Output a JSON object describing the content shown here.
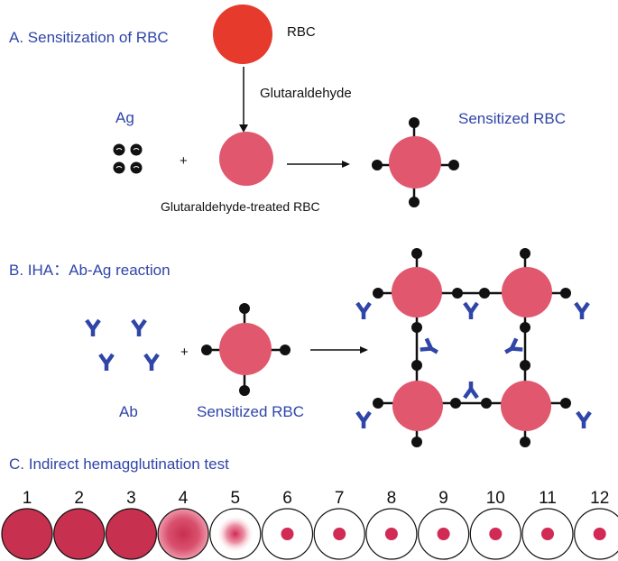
{
  "section_a": {
    "title": "A. Sensitization of RBC",
    "rbc_label": "RBC",
    "reagent_label": "Glutaraldehyde",
    "ag_label": "Ag",
    "plus": "+",
    "treated_label": "Glutaraldehyde-treated RBC",
    "sensitized_label": "Sensitized RBC"
  },
  "section_b": {
    "title": "B. IHA：Ab-Ag reaction",
    "ab_label": "Ab",
    "plus": "+",
    "sensitized_label": "Sensitized RBC"
  },
  "section_c": {
    "title": "C. Indirect hemagglutination test",
    "wells": [
      {
        "number": "1"
      },
      {
        "number": "2"
      },
      {
        "number": "3"
      },
      {
        "number": "4"
      },
      {
        "number": "5"
      },
      {
        "number": "6"
      },
      {
        "number": "7"
      },
      {
        "number": "8"
      },
      {
        "number": "9"
      },
      {
        "number": "10"
      },
      {
        "number": "11"
      },
      {
        "number": "12"
      }
    ]
  },
  "colors": {
    "rbc": "#e53a2c",
    "treated_rbc": "#e0576e",
    "antibody": "#2f45a8",
    "title_blue": "#2f45a8",
    "well_full": "#c8304f",
    "well_dot": "#d02a55"
  }
}
